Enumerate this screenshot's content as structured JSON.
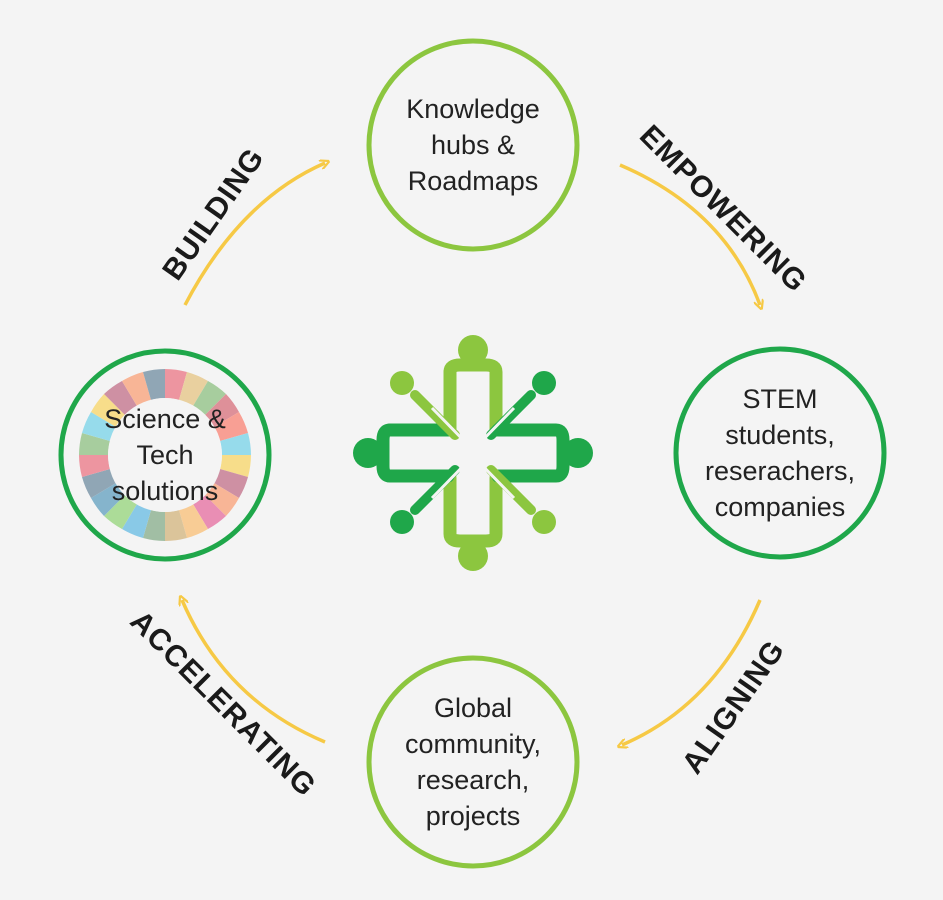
{
  "nodes": {
    "top": {
      "lines": [
        "Knowledge",
        "hubs &",
        "Roadmaps"
      ]
    },
    "right": {
      "lines": [
        "STEM",
        "students,",
        "reserachers,",
        "companies"
      ]
    },
    "bottom": {
      "lines": [
        "Global",
        "community,",
        "research,",
        "projects"
      ]
    },
    "left": {
      "lines": [
        "Science &",
        "Tech",
        "solutions"
      ]
    }
  },
  "stages": {
    "building": "BUILDING",
    "empowering": "EMPOWERING",
    "aligning": "ALIGNING",
    "accelerating": "ACCELERATING"
  },
  "colors": {
    "background": "#f4f4f4",
    "ring_light": "#8cc63f",
    "ring_dark": "#1fa74a",
    "arrow": "#f6c945",
    "text": "#222222"
  },
  "icons": {
    "center": "people-network-icon",
    "sdg_wheel": "sdg-wheel-icon"
  }
}
